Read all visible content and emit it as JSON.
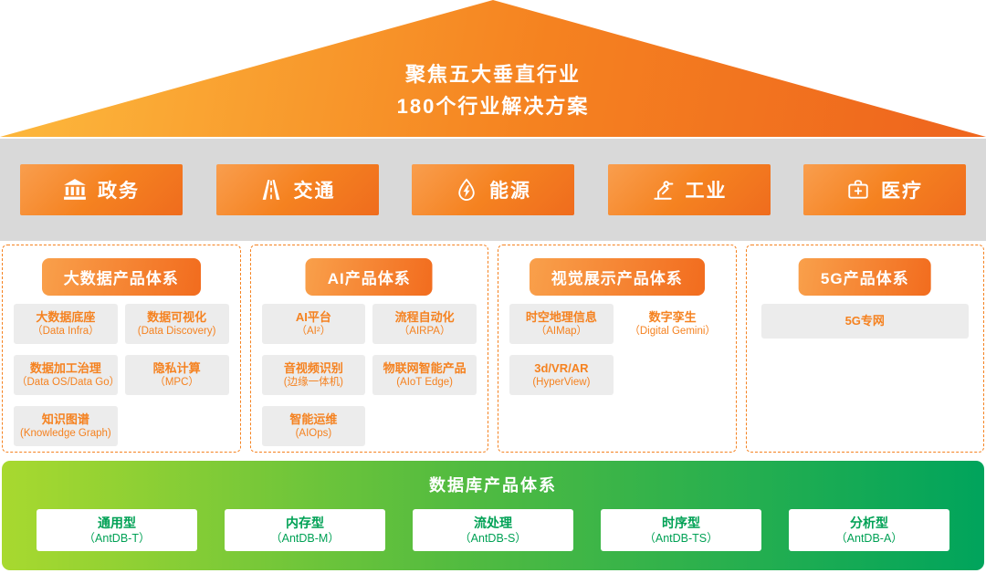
{
  "roof": {
    "line1": "聚焦五大垂直行业",
    "line2": "180个行业解决方案"
  },
  "industries": [
    {
      "label": "政务",
      "icon": "government-icon"
    },
    {
      "label": "交通",
      "icon": "traffic-icon"
    },
    {
      "label": "能源",
      "icon": "energy-icon"
    },
    {
      "label": "工业",
      "icon": "industry-icon"
    },
    {
      "label": "医疗",
      "icon": "medical-icon"
    }
  ],
  "columns": [
    {
      "title": "大数据产品体系",
      "items": [
        {
          "name": "大数据底座",
          "sub": "（Data Infra）"
        },
        {
          "name": "数据可视化",
          "sub": "(Data Discovery)"
        },
        {
          "name": "数据加工治理",
          "sub": "（Data OS/Data Go）"
        },
        {
          "name": "隐私计算",
          "sub": "（MPC）"
        },
        {
          "name": "知识图谱",
          "sub": "(Knowledge Graph)"
        }
      ]
    },
    {
      "title": "AI产品体系",
      "items": [
        {
          "name": "AI平台",
          "sub": "（AI²）"
        },
        {
          "name": "流程自动化",
          "sub": "（AIRPA）"
        },
        {
          "name": "音视频识别",
          "sub": "(边缘一体机)"
        },
        {
          "name": "物联网智能产品",
          "sub": "(AIoT Edge)"
        },
        {
          "name": "智能运维",
          "sub": "(AIOps)"
        }
      ]
    },
    {
      "title": "视觉展示产品体系",
      "items": [
        {
          "name": "时空地理信息",
          "sub": "（AIMap）"
        },
        {
          "name": "数字孪生",
          "sub": "（Digital Gemini）"
        },
        {
          "name": "3d/VR/AR",
          "sub": "(HyperView)"
        }
      ]
    },
    {
      "title": "5G产品体系",
      "items": [
        {
          "name": "5G专网",
          "sub": ""
        }
      ]
    }
  ],
  "database": {
    "title": "数据库产品体系",
    "items": [
      {
        "name": "通用型",
        "sub": "（AntDB-T）"
      },
      {
        "name": "内存型",
        "sub": "（AntDB-M）"
      },
      {
        "name": "流处理",
        "sub": "（AntDB-S）"
      },
      {
        "name": "时序型",
        "sub": "（AntDB-TS）"
      },
      {
        "name": "分析型",
        "sub": "（AntDB-A）"
      }
    ]
  },
  "colors": {
    "orange": "#f58220",
    "green": "#00a45c",
    "band_gray": "#d9d9d9",
    "item_gray": "#ececec"
  }
}
